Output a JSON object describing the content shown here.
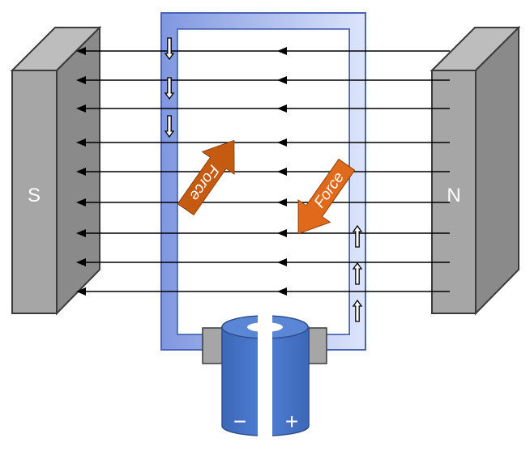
{
  "magnets": {
    "south": {
      "label": "S"
    },
    "north": {
      "label": "N"
    }
  },
  "forces": {
    "left": {
      "label": "Force"
    },
    "right": {
      "label": "Force"
    }
  },
  "battery": {
    "negative_label": "−",
    "positive_label": "+"
  },
  "colors": {
    "magnet_face": "#a6a6a6",
    "magnet_top": "#bdbdbd",
    "magnet_side": "#8a8a8a",
    "magnet_outline": "#3b3b3b",
    "loop_outer": "#7f97df",
    "loop_inner_right": "#dbe3fb",
    "loop_outline": "#4a64b5",
    "field_line": "#000000",
    "force_arrow": "#c55a11",
    "battery_body": "#4472c4",
    "battery_top": "#5b86d6",
    "battery_terminal": "#a6a6a6"
  },
  "icons": {
    "current_arrow": "hollow-arrow-icon",
    "field_arrow": "arrowhead-icon"
  }
}
